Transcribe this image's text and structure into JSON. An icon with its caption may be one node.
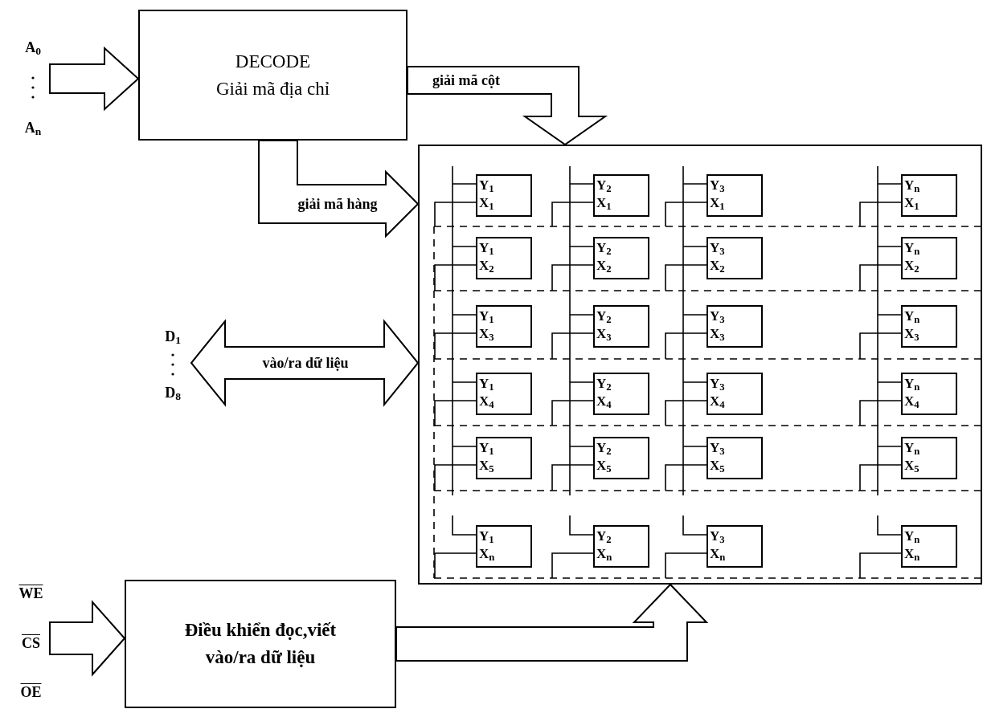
{
  "diagram": {
    "nodes": [
      {
        "text": [
          "DECODE",
          "Giải mã địa chỉ"
        ]
      },
      {
        "text": [],
        "shape": "box"
      },
      {
        "text": [
          "Y$_{1}$",
          "X$_{1}$"
        ],
        "in": 1
      },
      {
        "text": [
          "Y$_{2}$",
          "X$_{1}$"
        ],
        "in": 1
      },
      {
        "text": [
          "Y$_{3}$",
          "X$_{1}$"
        ],
        "in": 1
      },
      {
        "text": [
          "Y$_{n}$",
          "X$_{1}$"
        ],
        "in": 1
      },
      {
        "text": [
          "Y$_{1}$",
          "X$_{2}$"
        ],
        "in": 1
      },
      {
        "text": [
          "Y$_{2}$",
          "X$_{2}$"
        ],
        "in": 1
      },
      {
        "text": [
          "Y$_{3}$",
          "X$_{2}$"
        ],
        "in": 1
      },
      {
        "text": [
          "Y$_{n}$",
          "X$_{2}$"
        ],
        "in": 1
      },
      {
        "text": [
          "Y$_{1}$",
          "X$_{3}$"
        ],
        "in": 1
      },
      {
        "text": [
          "Y$_{2}$",
          "X$_{3}$"
        ],
        "in": 1
      },
      {
        "text": [
          "Y$_{3}$",
          "X$_{3}$"
        ],
        "in": 1
      },
      {
        "text": [
          "Y$_{n}$",
          "X$_{3}$"
        ],
        "in": 1
      },
      {
        "text": [
          "Y$_{1}$",
          "X$_{4}$"
        ],
        "in": 1
      },
      {
        "text": [
          "Y$_{2}$",
          "X$_{4}$"
        ],
        "in": 1
      },
      {
        "text": [
          "Y$_{3}$",
          "X$_{4}$"
        ],
        "in": 1
      },
      {
        "text": [
          "Y$_{n}$",
          "X$_{4}$"
        ],
        "in": 1
      },
      {
        "text": [
          "Y$_{1}$",
          "X$_{5}$"
        ],
        "in": 1
      },
      {
        "text": [
          "Y$_{2}$",
          "X$_{5}$"
        ],
        "in": 1
      },
      {
        "text": [
          "Y$_{3}$",
          "X$_{5}$"
        ],
        "in": 1
      },
      {
        "text": [
          "Y$_{n}$",
          "X$_{5}$"
        ],
        "in": 1
      },
      {
        "text": [
          "Y$_{1}$",
          "X$_{n}$"
        ],
        "in": 1
      },
      {
        "text": [
          "Y$_{2}$",
          "X$_{n}$"
        ],
        "in": 1
      },
      {
        "text": [
          "Y$_{3}$",
          "X$_{n}$"
        ],
        "in": 1
      },
      {
        "text": [
          "Y$_{n}$",
          "X$_{n}$"
        ],
        "in": 1
      },
      {
        "text": [
          "Điều khiển đọc,viết vào/ra dữ liệu"
        ]
      },
      {
        "text": [
          "A$_{0}$",
          "A$_{n}$"
        ]
      },
      {
        "text": [
          "D$_{1}$",
          "D$_{8}$"
        ]
      },
      {
        "text": [
          "WE",
          "CS",
          "OE"
        ]
      }
    ],
    "edges": [
      {
        "from": 27,
        "to": 0,
        "arrow": "to"
      },
      {
        "from": 0,
        "to": 1,
        "arrow": "to",
        "label": "giải mã cột"
      },
      {
        "from": 0,
        "to": 1,
        "arrow": "to",
        "label": "giải mã hàng"
      },
      {
        "from": 28,
        "to": 1,
        "arrow": "both",
        "label": "vào/ra dữ liệu"
      },
      {
        "from": 29,
        "to": 26,
        "arrow": "to"
      },
      {
        "from": 26,
        "to": 1,
        "arrow": "to"
      }
    ]
  }
}
